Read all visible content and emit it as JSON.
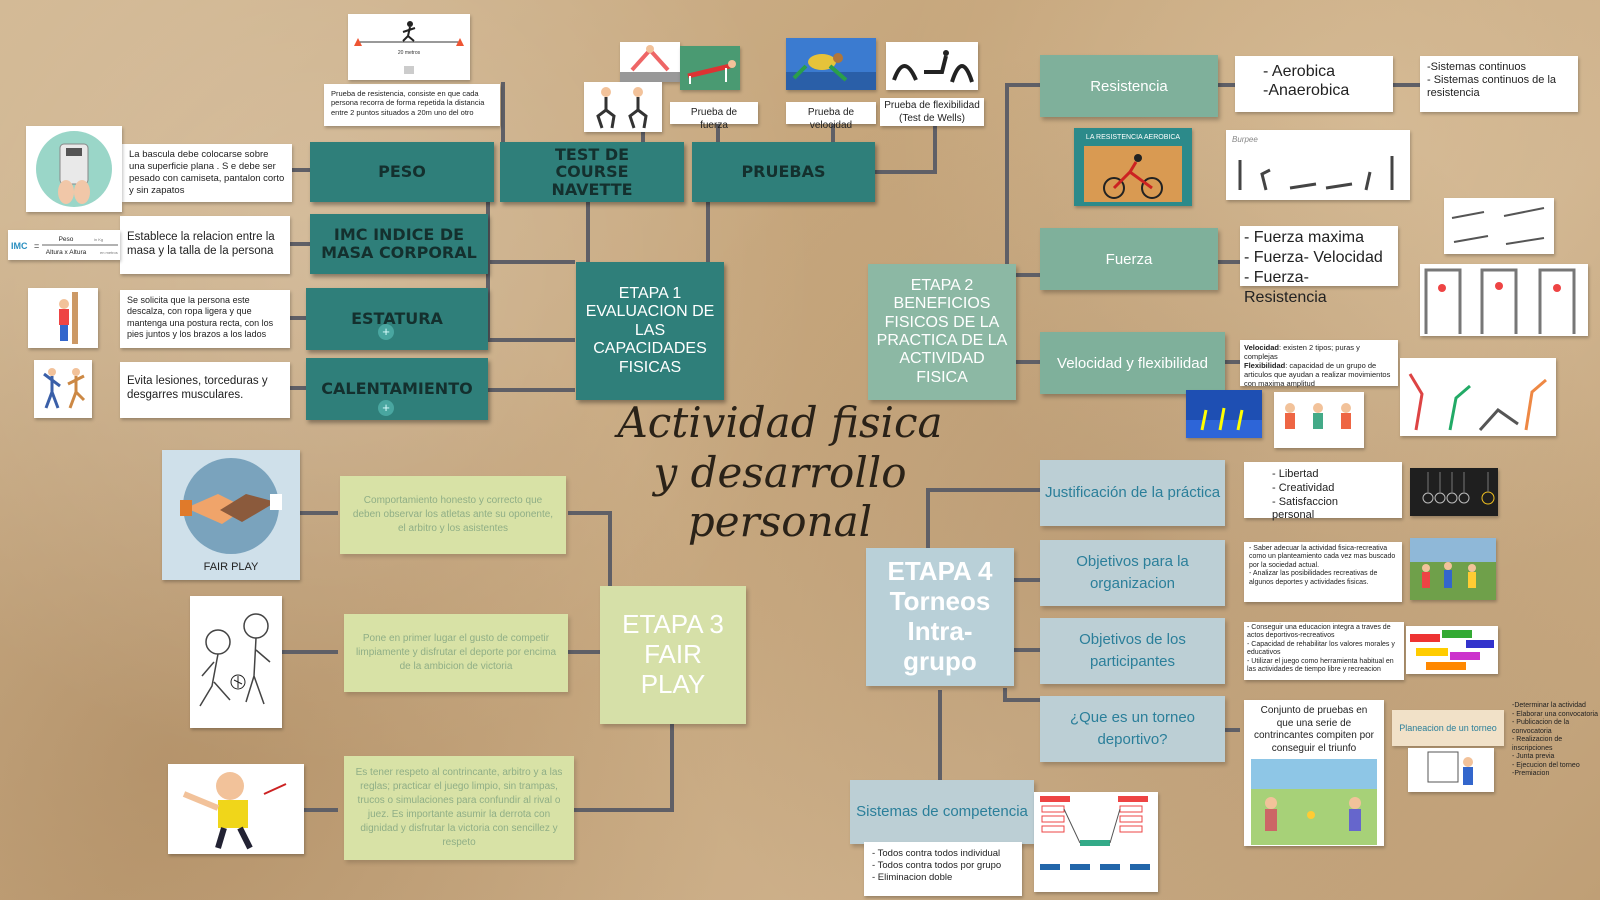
{
  "title": "Actividad fisica y desarrollo personal",
  "colors": {
    "teal": "#2f7f7a",
    "sage": "#7fb09b",
    "lime": "#d8e2a6",
    "blue": "#bccfd5",
    "connector": "#5f5f66"
  },
  "etapa1": {
    "label": "ETAPA 1 EVALUACION DE LAS CAPACIDADES FISICAS",
    "peso": "PESO",
    "test": "TEST DE COURSE NAVETTE",
    "pruebas": "PRUEBAS",
    "imc": "IMC INDICE DE MASA CORPORAL",
    "estatura": "ESTATURA",
    "calentamiento": "CALENTAMIENTO",
    "peso_note": "La bascula debe colocarse sobre una superficie plana . S  e debe ser pesado con camiseta, pantalon corto y sin zapatos",
    "imc_note": "Establece la relacion entre la masa y la talla de la persona",
    "estatura_note": "Se solicita que la persona este descalza, con ropa ligera y que mantenga una postura recta, con los pies juntos  y los brazos a los lados",
    "calentamiento_note": "Evita lesiones, torceduras y desgarres musculares.",
    "test_note": "Prueba de resistencia, consiste en que cada persona recorra de forma repetida la distancia entre 2 puntos situados a 20m uno del otro",
    "test_img_label": "20 metros",
    "prueba_fuerza": "Prueba de fuerza",
    "prueba_velocidad": "Prueba de velocidad",
    "prueba_flexibilidad": "Prueba de flexibilidad (Test de Wells)",
    "imc_formula": {
      "prefix": "IMC",
      "num": "Peso",
      "num_unit": "in Kg",
      "den": "Altura x Altura",
      "den_unit": "en metros"
    }
  },
  "etapa2": {
    "label": "ETAPA 2 BENEFICIOS FISICOS DE LA PRACTICA DE LA ACTIVIDAD FISICA",
    "resistencia": "Resistencia",
    "fuerza": "Fuerza",
    "velocidad": "Velocidad y flexibilidad",
    "resistencia_types": "- Aerobica\n-Anaerobica",
    "resistencia_sistemas": "-Sistemas continuos\n- Sistemas continuos de la resistencia",
    "resistencia_img": "LA RESISTENCIA AEROBICA",
    "burpee_label": "Burpee",
    "fuerza_types": "- Fuerza maxima\n- Fuerza- Velocidad\n- Fuerza- Resistencia",
    "vel_label": "Velocidad",
    "vel_text": ": existen 2 tipos; puras y complejas",
    "flex_label": "Flexibilidad",
    "flex_text": ": capacidad de un grupo de articulos que ayudan a realizar movimientos con maxima amplitud"
  },
  "etapa3": {
    "label": "ETAPA 3 FAIR PLAY",
    "desc1": "Comportamiento honesto y correcto  que deben observar los atletas ante su oponente, el arbitro y los asistentes",
    "desc2": "Pone en primer lugar el gusto de competir limpiamente y disfrutar el deporte por encima de la ambicion de victoria",
    "desc3": "Es tener respeto al contrincante, arbitro y a las reglas; practicar el juego limpio, sin trampas, trucos o simulaciones para confundir al rival o juez. Es importante asumir la derrota con dignidad y disfrutar la victoria con sencillez y respeto",
    "fairplay_img": "FAIR PLAY"
  },
  "etapa4": {
    "label": "ETAPA 4 Torneos Intra-grupo",
    "justificacion": "Justificación de la práctica",
    "obj_org": "Objetivos para la organizacion",
    "obj_part": "Objetivos de los participantes",
    "que_es": "¿Que es un torneo deportivo?",
    "sistemas": "Sistemas de competencia",
    "justificacion_list": "- Libertad\n- Creatividad\n- Satisfaccion personal",
    "obj_org_note": "- Saber adecuar la actividad fisica-recreativa como un planteamiento cada vez mas buscado por la sociedad actual.\n- Analizar las posibilidades recreativas de algunos deportes y actividades fisicas.",
    "obj_part_note": "- Conseguir una educacion integra a traves de actos deportivos-recreativos\n- Capacidad de rehabilitar los valores morales y educativos\n- Utilizar el juego como herramienta habitual en las actividades de tiempo libre y recreacion",
    "que_es_note": "Conjunto de pruebas en que una serie de contrincantes compiten por conseguir el triunfo",
    "planeacion": "Planeacion de un torneo",
    "planeacion_list": "-Determinar la actividad\n- Elaborar una convocatoria\n- Publicacion de la convocatoria\n- Realizacion de inscripciones\n- Junta previa\n- Ejecucion del torneo\n-Premiacion",
    "sistemas_list": "- Todos contra todos individual\n- Todos contra todos por grupo\n- Eliminacion doble"
  }
}
